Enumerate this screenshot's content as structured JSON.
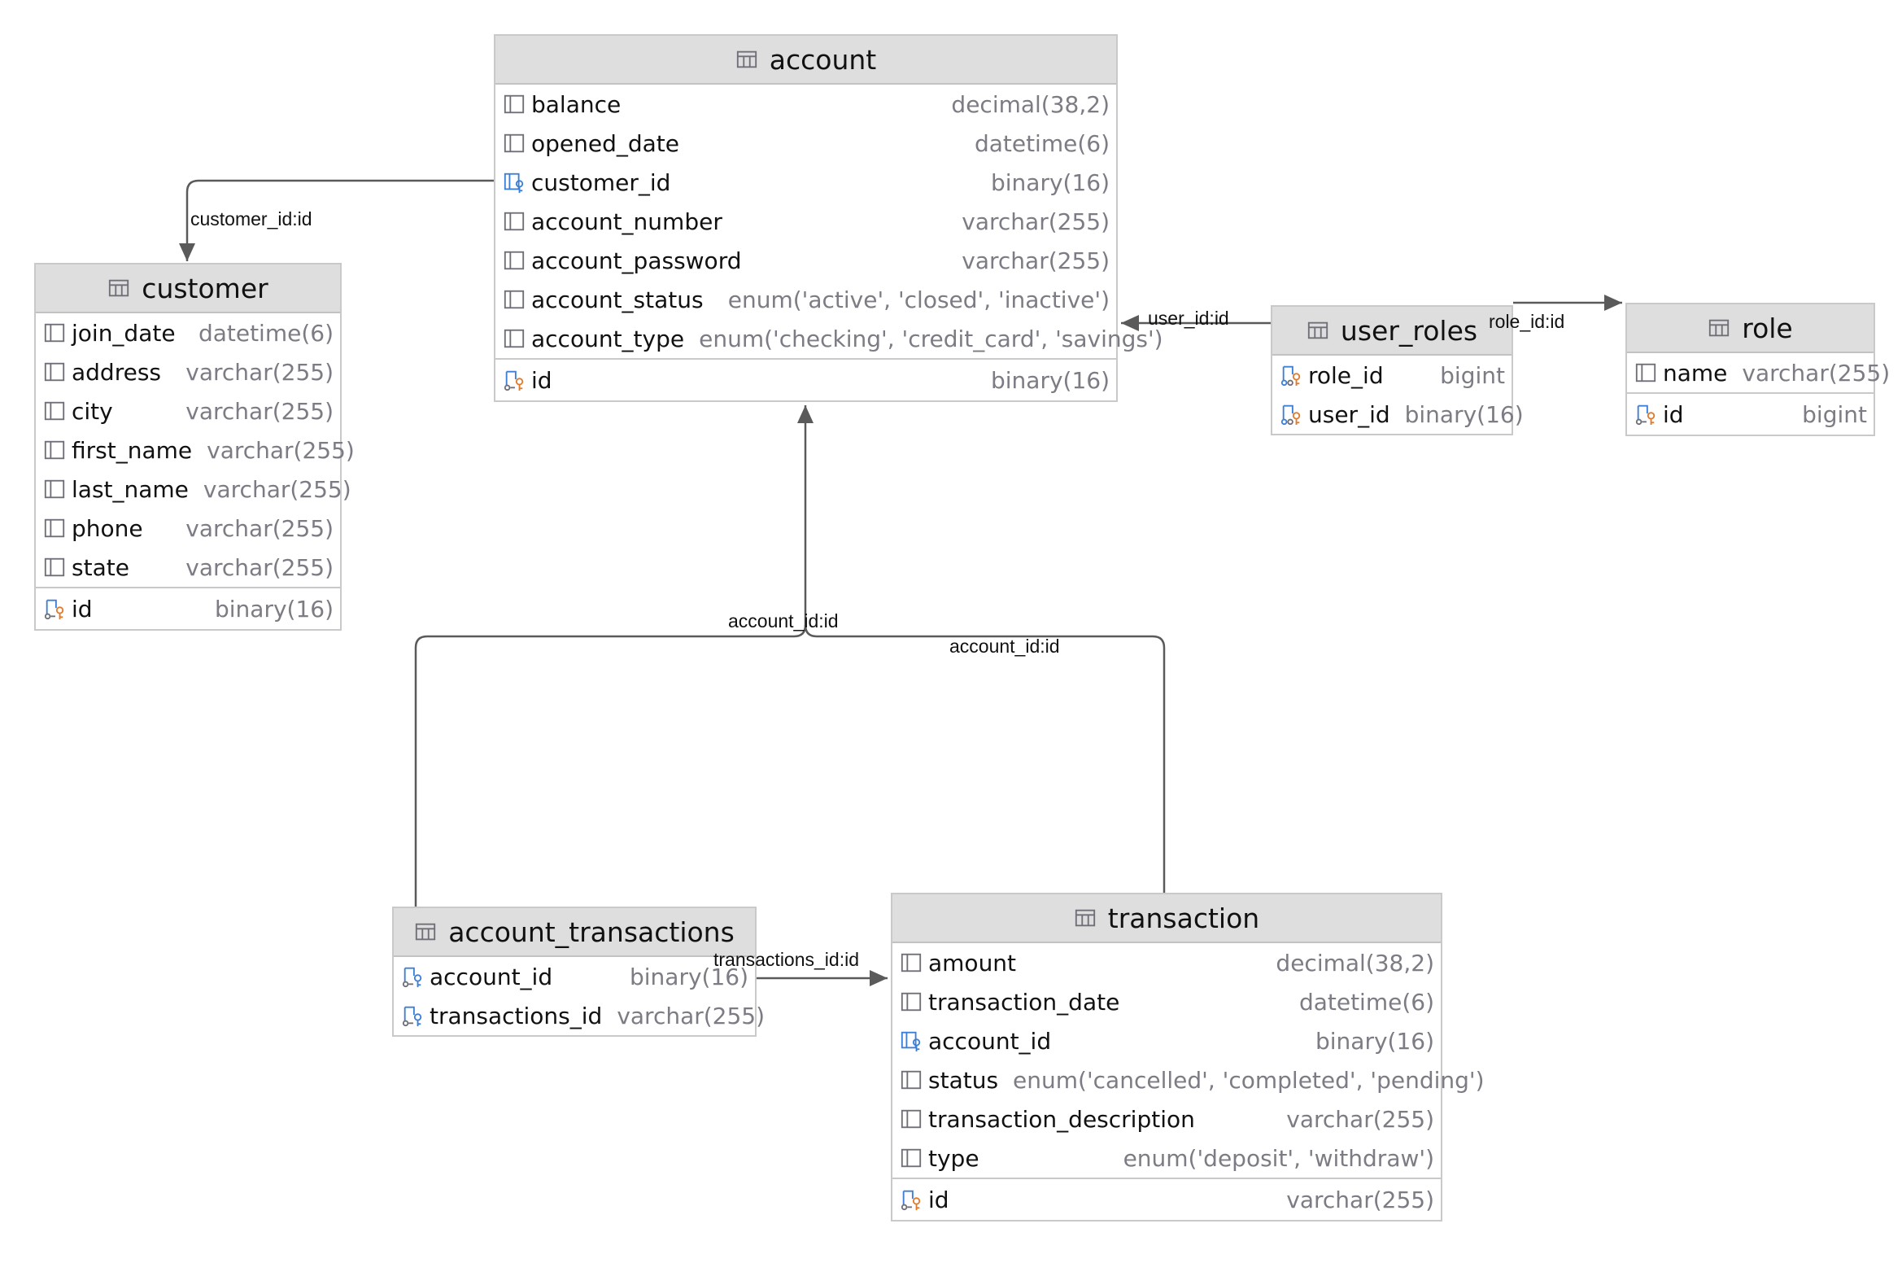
{
  "tables": [
    {
      "id": "account",
      "title": "account",
      "columns": [
        {
          "name": "balance",
          "type": "decimal(38,2)",
          "kind": "column"
        },
        {
          "name": "opened_date",
          "type": "datetime(6)",
          "kind": "column"
        },
        {
          "name": "customer_id",
          "type": "binary(16)",
          "kind": "fk"
        },
        {
          "name": "account_number",
          "type": "varchar(255)",
          "kind": "column"
        },
        {
          "name": "account_password",
          "type": "varchar(255)",
          "kind": "column"
        },
        {
          "name": "account_status",
          "type": "enum('active', 'closed', 'inactive')",
          "kind": "column"
        },
        {
          "name": "account_type",
          "type": "enum('checking', 'credit_card', 'savings')",
          "kind": "column"
        }
      ],
      "primary_key": {
        "name": "id",
        "type": "binary(16)",
        "kind": "pk"
      }
    },
    {
      "id": "customer",
      "title": "customer",
      "columns": [
        {
          "name": "join_date",
          "type": "datetime(6)",
          "kind": "column"
        },
        {
          "name": "address",
          "type": "varchar(255)",
          "kind": "column"
        },
        {
          "name": "city",
          "type": "varchar(255)",
          "kind": "column"
        },
        {
          "name": "first_name",
          "type": "varchar(255)",
          "kind": "column"
        },
        {
          "name": "last_name",
          "type": "varchar(255)",
          "kind": "column"
        },
        {
          "name": "phone",
          "type": "varchar(255)",
          "kind": "column"
        },
        {
          "name": "state",
          "type": "varchar(255)",
          "kind": "column"
        }
      ],
      "primary_key": {
        "name": "id",
        "type": "binary(16)",
        "kind": "pk"
      }
    },
    {
      "id": "user_roles",
      "title": "user_roles",
      "columns": [
        {
          "name": "role_id",
          "type": "bigint",
          "kind": "pkfk"
        },
        {
          "name": "user_id",
          "type": "binary(16)",
          "kind": "pkfk"
        }
      ],
      "primary_key": null
    },
    {
      "id": "role",
      "title": "role",
      "columns": [
        {
          "name": "name",
          "type": "varchar(255)",
          "kind": "column"
        }
      ],
      "primary_key": {
        "name": "id",
        "type": "bigint",
        "kind": "pk"
      }
    },
    {
      "id": "account_transactions",
      "title": "account_transactions",
      "columns": [
        {
          "name": "account_id",
          "type": "binary(16)",
          "kind": "fkblue"
        },
        {
          "name": "transactions_id",
          "type": "varchar(255)",
          "kind": "fkblue"
        }
      ],
      "primary_key": null
    },
    {
      "id": "transaction",
      "title": "transaction",
      "columns": [
        {
          "name": "amount",
          "type": "decimal(38,2)",
          "kind": "column"
        },
        {
          "name": "transaction_date",
          "type": "datetime(6)",
          "kind": "column"
        },
        {
          "name": "account_id",
          "type": "binary(16)",
          "kind": "fk"
        },
        {
          "name": "status",
          "type": "enum('cancelled', 'completed', 'pending')",
          "kind": "column"
        },
        {
          "name": "transaction_description",
          "type": "varchar(255)",
          "kind": "column"
        },
        {
          "name": "type",
          "type": "enum('deposit', 'withdraw')",
          "kind": "column"
        }
      ],
      "primary_key": {
        "name": "id",
        "type": "varchar(255)",
        "kind": "pk"
      }
    }
  ],
  "relations": [
    {
      "id": "account-customer",
      "label": "customer_id:id"
    },
    {
      "id": "userroles-account",
      "label": "user_id:id"
    },
    {
      "id": "userroles-role",
      "label": "role_id:id"
    },
    {
      "id": "accttrans-account",
      "label": "account_id:id"
    },
    {
      "id": "transaction-account",
      "label": "account_id:id"
    },
    {
      "id": "accttrans-transaction",
      "label": "transactions_id:id"
    }
  ],
  "colors": {
    "header_bg": "#dedede",
    "line": "#5a5a5a",
    "type_text": "#7c7c84",
    "fk_blue": "#3d7fd6",
    "pk_orange": "#e07b2c"
  }
}
